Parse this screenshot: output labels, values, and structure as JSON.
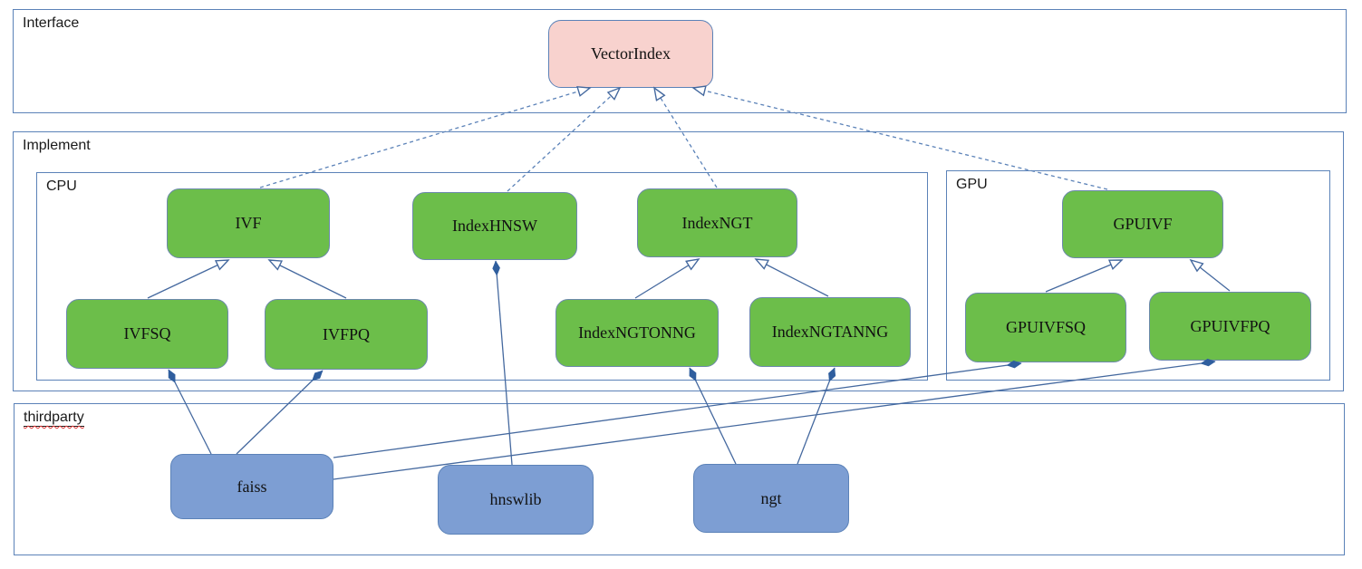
{
  "diagram": {
    "containers": {
      "interface": {
        "label": "Interface"
      },
      "implement": {
        "label": "Implement"
      },
      "cpu": {
        "label": "CPU"
      },
      "gpu": {
        "label": "GPU"
      },
      "thirdparty": {
        "label": "thirdparty"
      }
    },
    "nodes": {
      "vectorindex": {
        "label": "VectorIndex",
        "kind": "interface"
      },
      "ivf": {
        "label": "IVF",
        "kind": "cpu-class"
      },
      "indexhnsw": {
        "label": "IndexHNSW",
        "kind": "cpu-class"
      },
      "indexngt": {
        "label": "IndexNGT",
        "kind": "cpu-class"
      },
      "ivfsq": {
        "label": "IVFSQ",
        "kind": "cpu-class"
      },
      "ivfpq": {
        "label": "IVFPQ",
        "kind": "cpu-class"
      },
      "indexngtonng": {
        "label": "IndexNGTONNG",
        "kind": "cpu-class"
      },
      "indexngtanng": {
        "label": "IndexNGTANNG",
        "kind": "cpu-class"
      },
      "gpuivf": {
        "label": "GPUIVF",
        "kind": "gpu-class"
      },
      "gpuivfsq": {
        "label": "GPUIVFSQ",
        "kind": "gpu-class"
      },
      "gpuivfpq": {
        "label": "GPUIVFPQ",
        "kind": "gpu-class"
      },
      "faiss": {
        "label": "faiss",
        "kind": "thirdparty-lib"
      },
      "hnswlib": {
        "label": "hnswlib",
        "kind": "thirdparty-lib"
      },
      "ngt": {
        "label": "ngt",
        "kind": "thirdparty-lib"
      }
    },
    "edges": [
      {
        "from": "IVF",
        "to": "VectorIndex",
        "type": "realization-dashed-open-arrow"
      },
      {
        "from": "IndexHNSW",
        "to": "VectorIndex",
        "type": "realization-dashed-open-arrow"
      },
      {
        "from": "IndexNGT",
        "to": "VectorIndex",
        "type": "realization-dashed-open-arrow"
      },
      {
        "from": "GPUIVF",
        "to": "VectorIndex",
        "type": "realization-dashed-open-arrow"
      },
      {
        "from": "IVFSQ",
        "to": "IVF",
        "type": "generalization-open-arrow"
      },
      {
        "from": "IVFPQ",
        "to": "IVF",
        "type": "generalization-open-arrow"
      },
      {
        "from": "IndexNGTONNG",
        "to": "IndexNGT",
        "type": "generalization-open-arrow"
      },
      {
        "from": "IndexNGTANNG",
        "to": "IndexNGT",
        "type": "generalization-open-arrow"
      },
      {
        "from": "GPUIVFSQ",
        "to": "GPUIVF",
        "type": "generalization-open-arrow"
      },
      {
        "from": "GPUIVFPQ",
        "to": "GPUIVF",
        "type": "generalization-open-arrow"
      },
      {
        "from": "IVFSQ",
        "to": "faiss",
        "type": "composition-filled-diamond"
      },
      {
        "from": "IVFPQ",
        "to": "faiss",
        "type": "composition-filled-diamond"
      },
      {
        "from": "GPUIVFSQ",
        "to": "faiss",
        "type": "composition-filled-diamond"
      },
      {
        "from": "GPUIVFPQ",
        "to": "faiss",
        "type": "composition-filled-diamond"
      },
      {
        "from": "IndexHNSW",
        "to": "hnswlib",
        "type": "composition-filled-diamond"
      },
      {
        "from": "IndexNGTONNG",
        "to": "ngt",
        "type": "composition-filled-diamond"
      },
      {
        "from": "IndexNGTANNG",
        "to": "ngt",
        "type": "composition-filled-diamond"
      }
    ],
    "colors": {
      "interface_fill": "#f8d2ce",
      "class_fill": "#6cbe4a",
      "thirdparty_fill": "#7d9ed3",
      "line": "#45699f",
      "diamond_fill": "#2f5e9e",
      "container_border": "#5b82b8",
      "spellcheck_squiggle": "#e03a3a"
    }
  }
}
